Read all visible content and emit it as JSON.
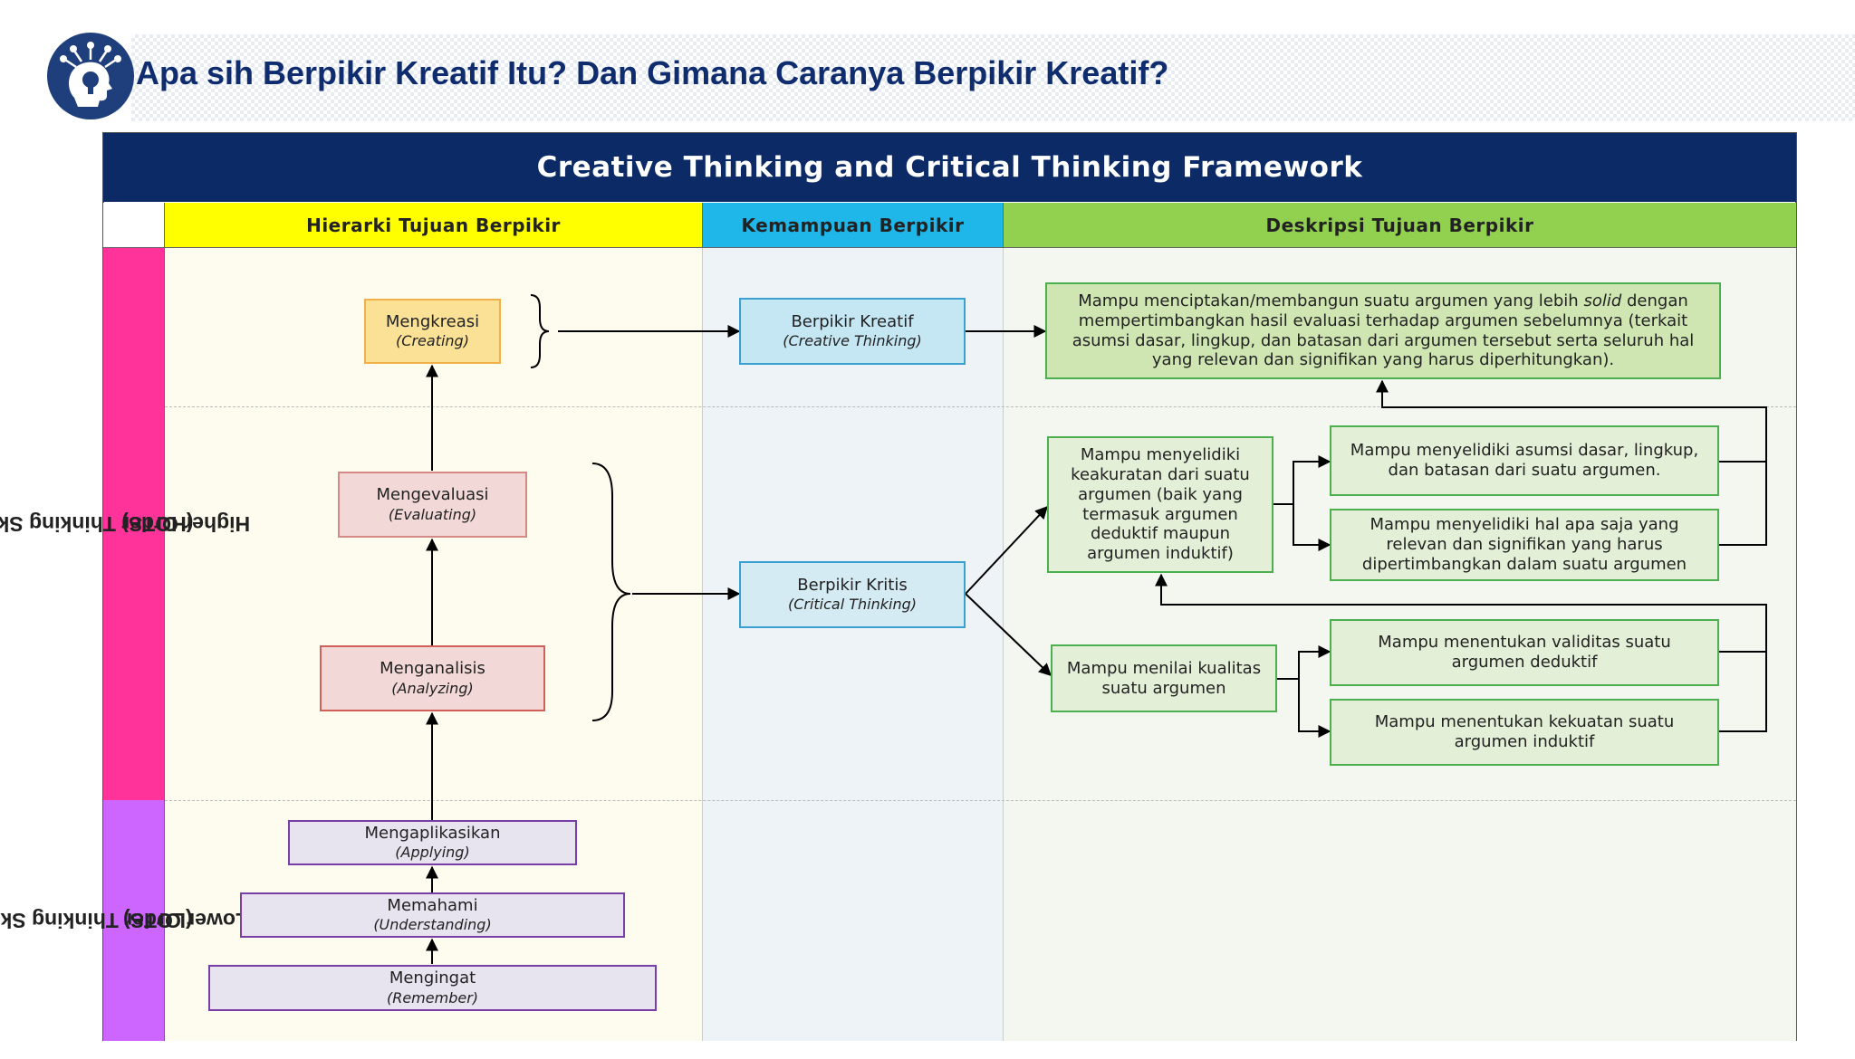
{
  "header": {
    "title": "Apa sih Berpikir Kreatif Itu? Dan Gimana Caranya Berpikir Kreatif?",
    "logo_icon": "lightbulb-head-icon"
  },
  "framework": {
    "title": "Creative Thinking and Critical Thinking Framework",
    "columns": {
      "hierarchy": "Hierarki Tujuan Berpikir",
      "ability": "Kemampuan Berpikir",
      "description": "Deskripsi Tujuan Berpikir"
    },
    "rows": {
      "hots": "Higher Order Thinking Skills",
      "hots_abbr": "(HOTS)",
      "lots": "Lower Order Thinking Skills",
      "lots_abbr": "(LOTS)"
    },
    "hierarchy": [
      {
        "label": "Mengkreasi",
        "en": "(Creating)"
      },
      {
        "label": "Mengevaluasi",
        "en": "(Evaluating)"
      },
      {
        "label": "Menganalisis",
        "en": "(Analyzing)"
      },
      {
        "label": "Mengaplikasikan",
        "en": "(Applying)"
      },
      {
        "label": "Memahami",
        "en": "(Understanding)"
      },
      {
        "label": "Mengingat",
        "en": "(Remember)"
      }
    ],
    "abilities": {
      "creative": {
        "label": "Berpikir Kreatif",
        "en": "(Creative Thinking)"
      },
      "critical": {
        "label": "Berpikir Kritis",
        "en": "(Critical Thinking)"
      }
    },
    "descriptions": {
      "creative": {
        "before": "Mampu menciptakan/membangun suatu argumen yang lebih ",
        "emph": "solid",
        "after": " dengan mempertimbangkan hasil evaluasi terhadap argumen sebelumnya (terkait asumsi dasar, lingkup, dan batasan dari argumen tersebut serta seluruh hal yang relevan dan signifikan yang harus diperhitungkan)."
      },
      "investigate": "Mampu menyelidiki keakuratan dari suatu argumen (baik yang termasuk argumen deduktif maupun argumen induktif)",
      "assumptions": "Mampu menyelidiki asumsi dasar, lingkup, dan batasan dari suatu argumen.",
      "relevant": "Mampu menyelidiki hal apa saja yang relevan dan signifikan yang harus dipertimbangkan dalam suatu argumen",
      "assess": "Mampu menilai kualitas suatu argumen",
      "validity": "Mampu menentukan validitas suatu argumen deduktif",
      "strength": "Mampu menentukan kekuatan suatu argumen induktif"
    },
    "colors": {
      "banner": "#0b2a66",
      "hierarchy_header": "#ffff00",
      "ability_header": "#1fb6ea",
      "description_header": "#92d050",
      "hots": "#ff3399",
      "lots": "#cc66ff"
    }
  }
}
